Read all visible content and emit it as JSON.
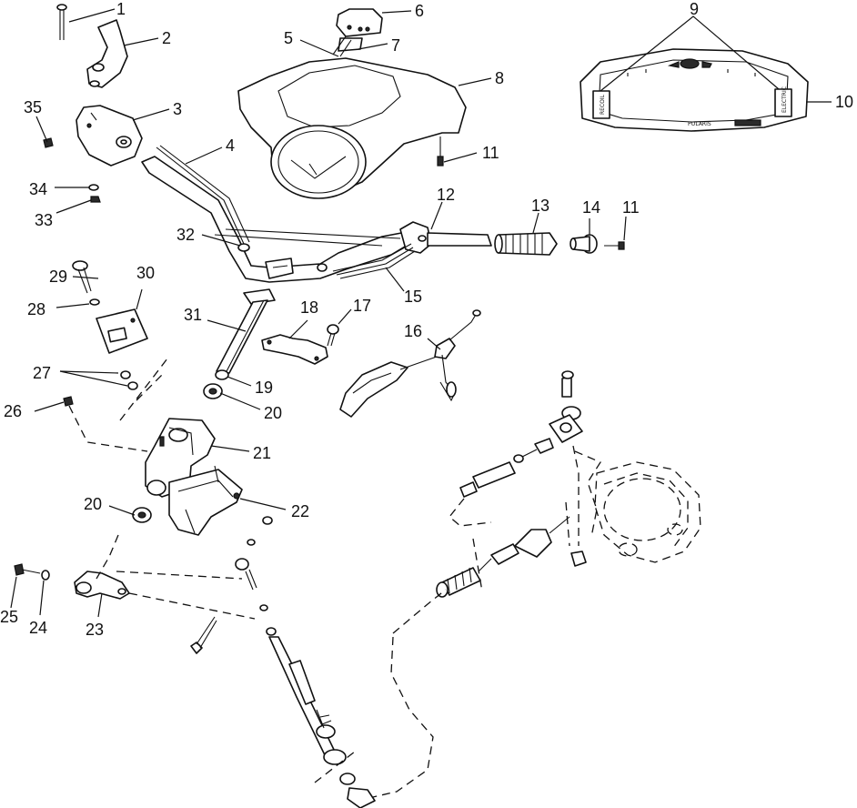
{
  "diagram": {
    "callouts": [
      "1",
      "2",
      "3",
      "4",
      "5",
      "6",
      "7",
      "8",
      "9",
      "10",
      "11",
      "11",
      "12",
      "13",
      "14",
      "15",
      "16",
      "17",
      "18",
      "19",
      "20",
      "20",
      "21",
      "22",
      "23",
      "24",
      "25",
      "26",
      "27",
      "28",
      "29",
      "30",
      "31",
      "32",
      "33",
      "34",
      "35"
    ]
  },
  "gauge": {
    "brand": "POLARIS",
    "left_label": "RECOIL",
    "right_label": "ELECTRIC"
  }
}
